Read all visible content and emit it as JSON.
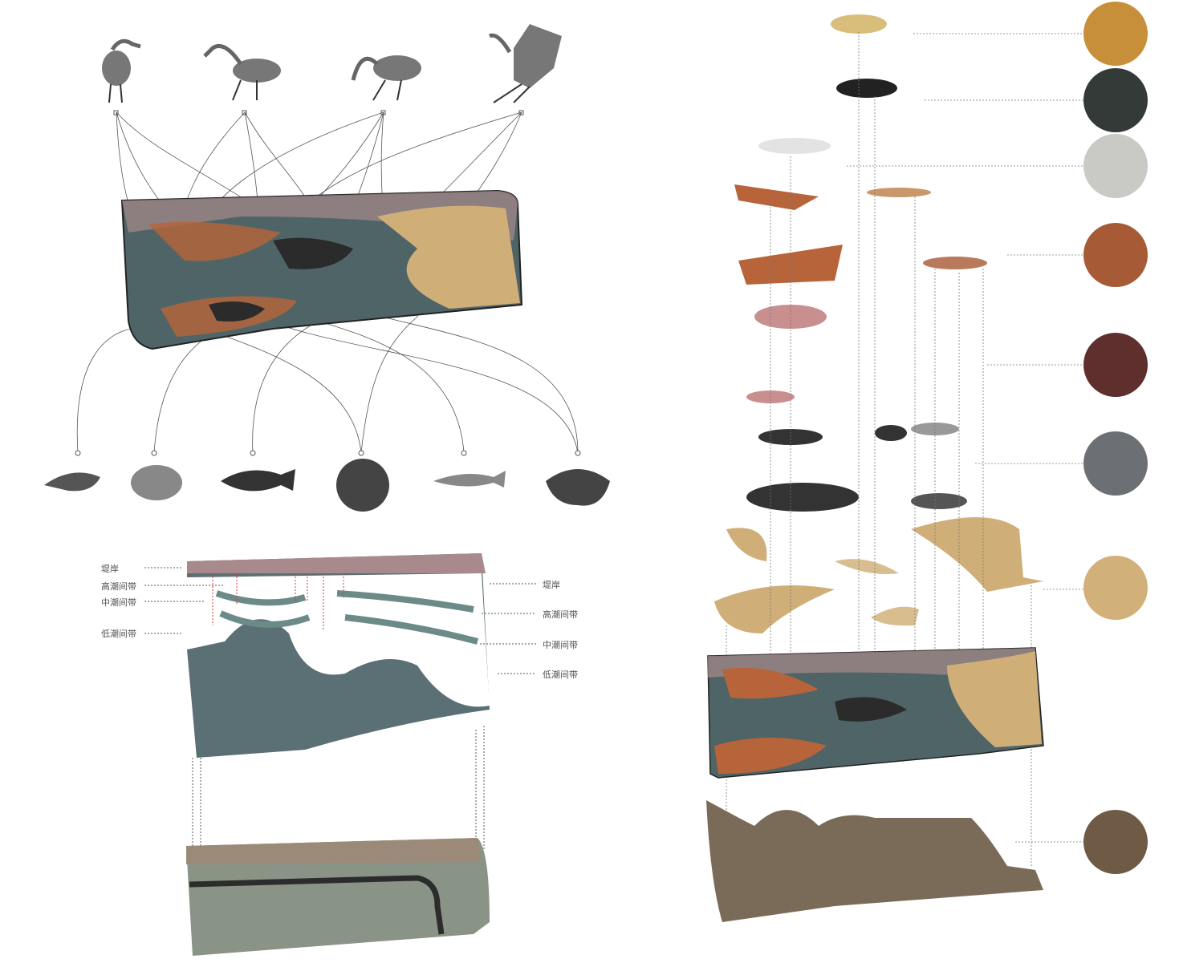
{
  "zone_labels_left": [
    "堤岸",
    "高潮间带",
    "中潮间带",
    "低潮间带"
  ],
  "zone_labels_right": [
    "堤岸",
    "高潮间带",
    "中潮间带",
    "低潮间带"
  ],
  "birds": [
    "egret-standing",
    "egret-walking",
    "egret-feeding",
    "egret-flying"
  ],
  "creatures": [
    "shrimp",
    "clam",
    "flatfish",
    "coral",
    "small-fish",
    "crab"
  ],
  "materials": [
    "yellow-sandstone",
    "black-rock",
    "grey-concrete",
    "red-brick",
    "red-volcanic-rock",
    "grey-gravel",
    "sand",
    "soil"
  ],
  "colors": {
    "water": "#4f6467",
    "sand": "#cfae78",
    "brick": "#b8643a",
    "rock": "#2b2b2b",
    "dike": "#a88a8c",
    "ground": "#7a6a58"
  }
}
